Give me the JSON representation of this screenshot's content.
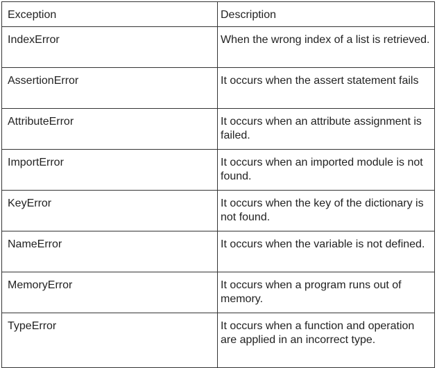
{
  "table": {
    "headers": [
      "Exception",
      "Description"
    ],
    "rows": [
      {
        "exception": "IndexError",
        "description": "When the wrong index of a list is retrieved."
      },
      {
        "exception": "AssertionError",
        "description": "It occurs when the assert statement fails"
      },
      {
        "exception": "AttributeError",
        "description": "It occurs when an attribute assignment is failed."
      },
      {
        "exception": "ImportError",
        "description": "It occurs when an imported module is not found."
      },
      {
        "exception": "KeyError",
        "description": "It occurs when the key of the dictionary is not found."
      },
      {
        "exception": "NameError",
        "description": "It occurs when the variable is not defined."
      },
      {
        "exception": "MemoryError",
        "description": "It occurs when a program runs out of memory."
      },
      {
        "exception": "TypeError",
        "description": "It occurs when a function and operation are applied in an incorrect type."
      }
    ]
  }
}
